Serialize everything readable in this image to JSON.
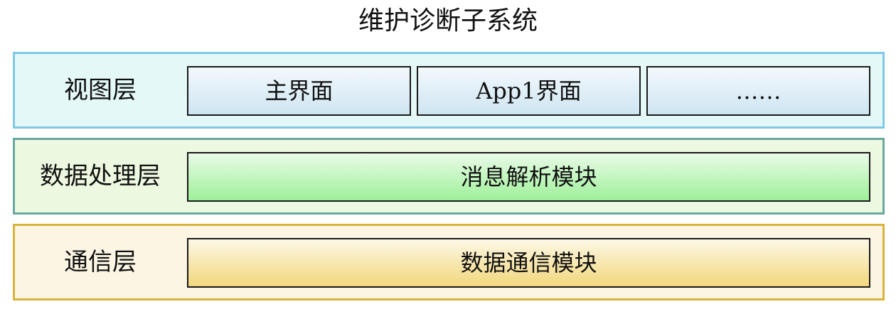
{
  "diagram": {
    "title": "维护诊断子系统",
    "layers": [
      {
        "label": "视图层",
        "modules": [
          "主界面",
          "App1界面",
          "……"
        ]
      },
      {
        "label": "数据处理层",
        "modules": [
          "消息解析模块"
        ]
      },
      {
        "label": "通信层",
        "modules": [
          "数据通信模块"
        ]
      }
    ]
  },
  "colors": {
    "view_layer_fill": "#e4f8f8",
    "view_layer_border": "#7fc8e6",
    "data_layer_fill": "#ecf8df",
    "data_layer_border": "#6aa7a0",
    "comm_layer_fill": "#fcf5e4",
    "comm_layer_border": "#d9b33a"
  }
}
